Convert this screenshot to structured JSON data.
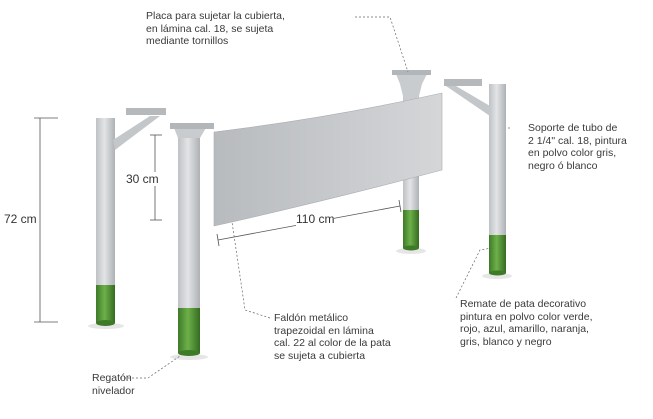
{
  "labels": {
    "top_plate": "Placa para sujetar la cubierta,\nen lámina cal. 18, se sujeta\nmediante tornillos",
    "support": "Soporte de tubo de\n2 1/4\" cal. 18, pintura\nen polvo color gris,\nnegro ó blanco",
    "leg_cap": "Remate de pata decorativo\npintura en polvo color verde,\nrojo, azul, amarillo, naranja,\ngris, blanco y negro",
    "skirt": "Faldón metálico\ntrapezoidal en lámina\ncal. 22 al color de la pata\nse sujeta a cubierta",
    "leveler": "Regatón\nnivelador"
  },
  "dimensions": {
    "height": "72 cm",
    "skirt_height": "30 cm",
    "skirt_width": "110 cm"
  },
  "colors": {
    "leg": "#d3d6d8",
    "leg_shade": "#b9bcbf",
    "skirt": "#c6c9cc",
    "cap": "#5c9e3c",
    "cap_shade": "#3f7a28",
    "line": "#555555"
  }
}
